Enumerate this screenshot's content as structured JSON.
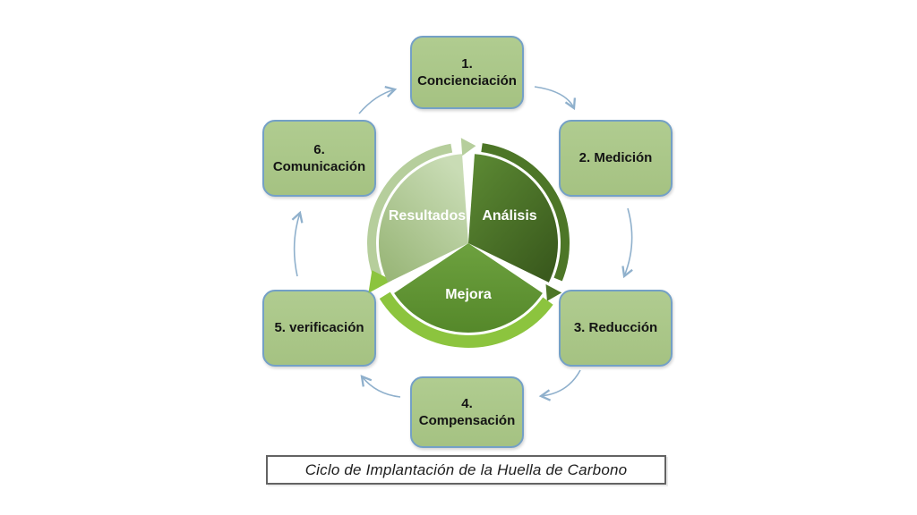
{
  "slide": {
    "title": "Ciclo de Implantación de la Huella de Carbono"
  },
  "steps": [
    {
      "label": "1.\nConcienciación"
    },
    {
      "label": "2. Medición"
    },
    {
      "label": "3. Reducción"
    },
    {
      "label": "4.\nCompensación"
    },
    {
      "label": "5. verificación"
    },
    {
      "label": "6.\nComunicación"
    }
  ],
  "cycle": {
    "segments": [
      {
        "label": "Análisis",
        "color": "#4a7326"
      },
      {
        "label": "Mejora",
        "color": "#649738"
      },
      {
        "label": "Resultados",
        "color": "#b5cd9b"
      }
    ],
    "direction": "clockwise",
    "highlight_arc_color": "#8cc43e"
  },
  "colors": {
    "background": "#ffffff",
    "step_box_fill": "#a8c687",
    "step_box_border": "#74a0c6",
    "connector_arrow": "#8fb0cc",
    "title_border": "#636363"
  }
}
